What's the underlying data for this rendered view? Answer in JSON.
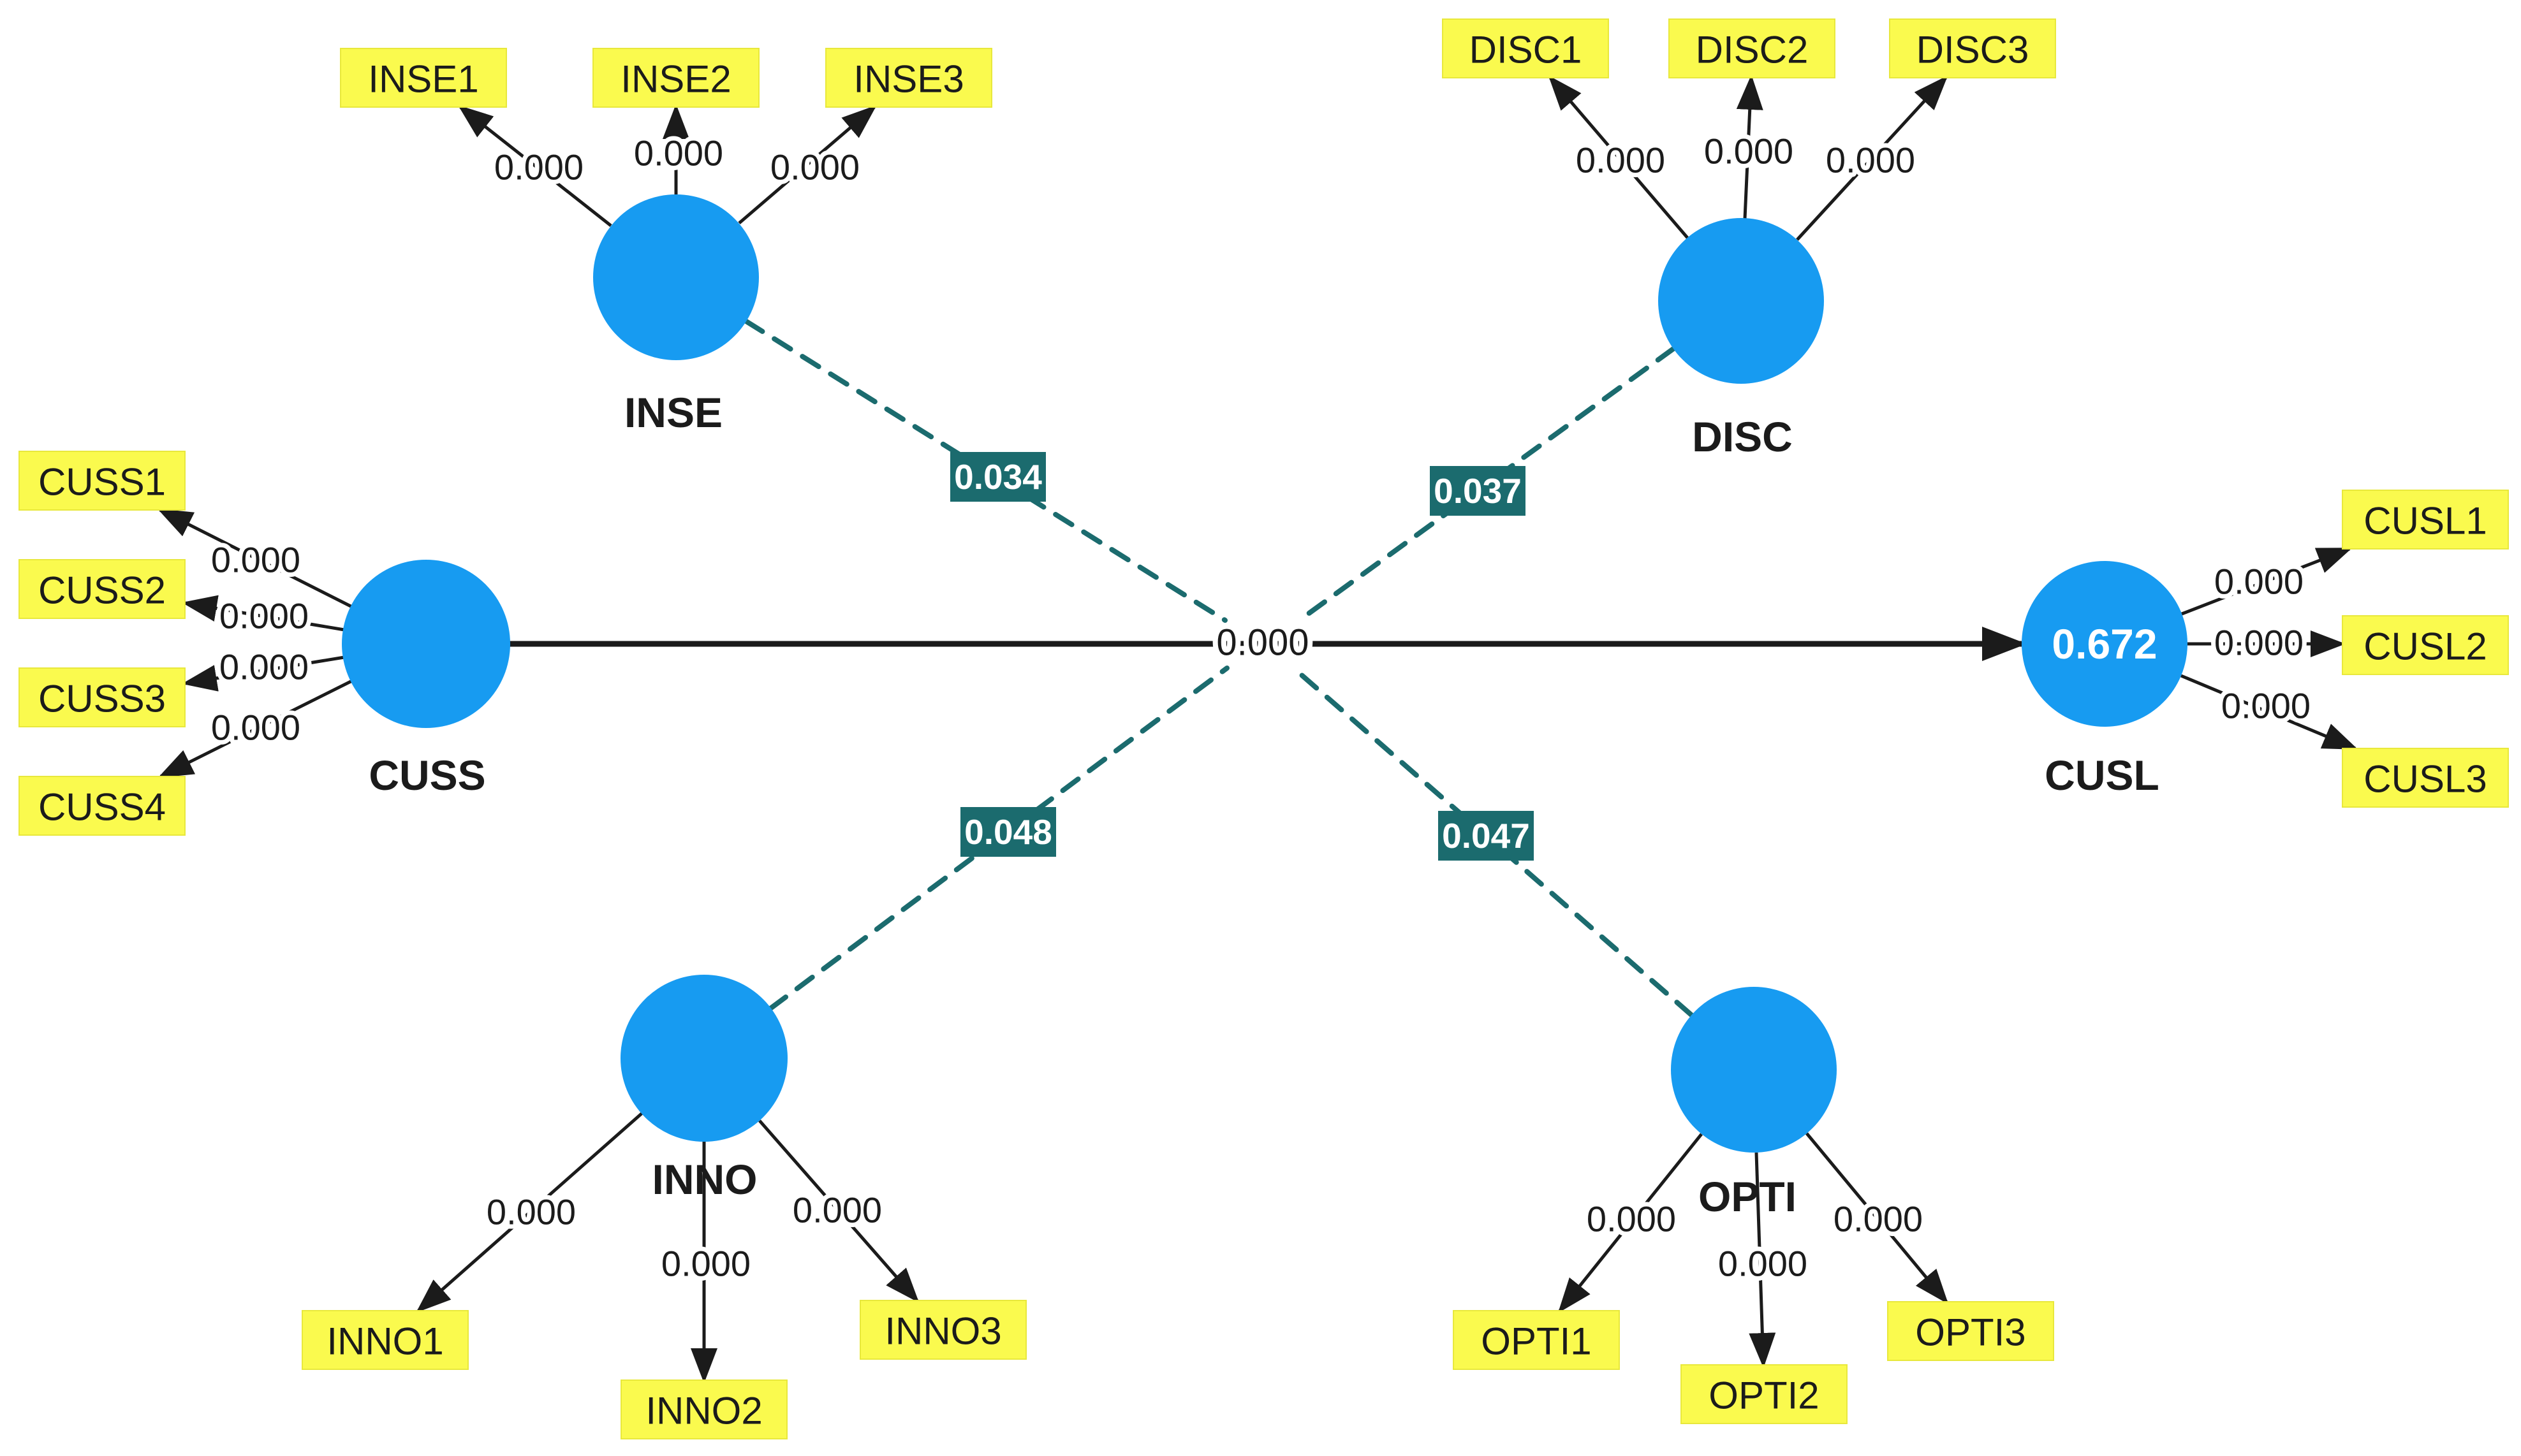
{
  "colors": {
    "construct_blue": "#179bf1",
    "indicator_yellow": "#fafa4e",
    "moderation_teal": "#1b6b6e",
    "edge_black": "#1b1b1b"
  },
  "constructs": {
    "inse": {
      "label": "INSE"
    },
    "disc": {
      "label": "DISC"
    },
    "cuss": {
      "label": "CUSS"
    },
    "cusl": {
      "label": "CUSL",
      "r_squared": "0.672"
    },
    "inno": {
      "label": "INNO"
    },
    "opti": {
      "label": "OPTI"
    }
  },
  "indicators": {
    "inse1": {
      "label": "INSE1",
      "loading": "0.000"
    },
    "inse2": {
      "label": "INSE2",
      "loading": "0.000"
    },
    "inse3": {
      "label": "INSE3",
      "loading": "0.000"
    },
    "disc1": {
      "label": "DISC1",
      "loading": "0.000"
    },
    "disc2": {
      "label": "DISC2",
      "loading": "0.000"
    },
    "disc3": {
      "label": "DISC3",
      "loading": "0.000"
    },
    "cuss1": {
      "label": "CUSS1",
      "loading": "0.000"
    },
    "cuss2": {
      "label": "CUSS2",
      "loading": "0.000"
    },
    "cuss3": {
      "label": "CUSS3",
      "loading": "0.000"
    },
    "cuss4": {
      "label": "CUSS4",
      "loading": "0.000"
    },
    "cusl1": {
      "label": "CUSL1",
      "loading": "0.000"
    },
    "cusl2": {
      "label": "CUSL2",
      "loading": "0.000"
    },
    "cusl3": {
      "label": "CUSL3",
      "loading": "0.000"
    },
    "inno1": {
      "label": "INNO1",
      "loading": "0.000"
    },
    "inno2": {
      "label": "INNO2",
      "loading": "0.000"
    },
    "inno3": {
      "label": "INNO3",
      "loading": "0.000"
    },
    "opti1": {
      "label": "OPTI1",
      "loading": "0.000"
    },
    "opti2": {
      "label": "OPTI2",
      "loading": "0.000"
    },
    "opti3": {
      "label": "OPTI3",
      "loading": "0.000"
    }
  },
  "structural_paths": {
    "cuss_to_cusl": {
      "value": "0.000"
    },
    "inse_moderation": {
      "value": "0.034"
    },
    "disc_moderation": {
      "value": "0.037"
    },
    "inno_moderation": {
      "value": "0.048"
    },
    "opti_moderation": {
      "value": "0.047"
    }
  }
}
